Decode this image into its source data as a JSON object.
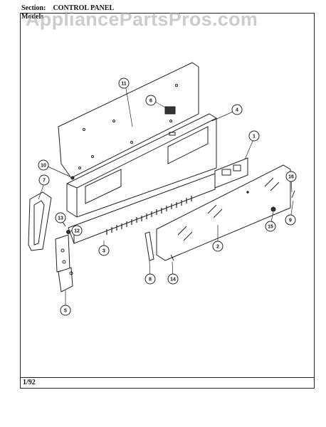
{
  "header": {
    "section_label": "Section:",
    "section_value": "CONTROL PANEL",
    "model_label": "Models"
  },
  "watermark": "AppliancePartsPros.com",
  "footer": {
    "date": "1/92"
  },
  "callouts": [
    "11",
    "6",
    "4",
    "1",
    "7",
    "10",
    "13",
    "12",
    "3",
    "8",
    "14",
    "2",
    "16",
    "15",
    "9",
    "5"
  ]
}
